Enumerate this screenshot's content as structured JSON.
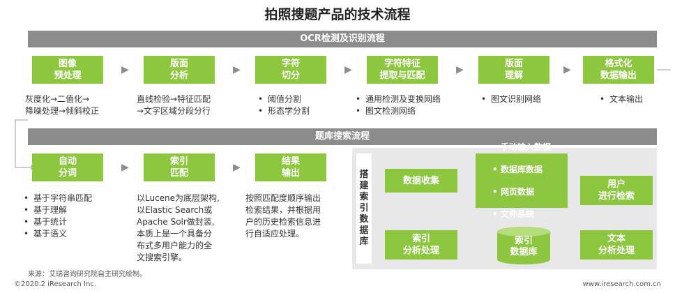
{
  "title": "拍照搜题产品的技术流程",
  "ocr_bar": "OCR检测及识别流程",
  "search_bar": "题库搜索流程",
  "ocr_steps": [
    {
      "label": "图像\n预处理",
      "desc": "灰度化→二值化→\n降噪处理→倾斜校正"
    },
    {
      "label": "版面\n分析",
      "desc": "直线检验→特征匹配\n→文字区域分段分行"
    },
    {
      "label": "字符\n切分",
      "bullets": [
        "阈值分割",
        "形态学分割"
      ]
    },
    {
      "label": "字符特征\n提取与匹配",
      "bullets": [
        "通用检测及变换网络",
        "图文检测网络"
      ]
    },
    {
      "label": "版面\n理解",
      "bullets": [
        "图文识别网络"
      ]
    },
    {
      "label": "格式化\n数据输出",
      "bullets": [
        "文本输出"
      ]
    }
  ],
  "search_steps": [
    {
      "label": "自动\n分词",
      "bullets": [
        "基于字符串匹配",
        "基于理解",
        "基于统计",
        "基于语义"
      ]
    },
    {
      "label": "索引\n匹配",
      "desc": "以Lucene为底层架构,\n以Elastic Search或\nApache Solr做封装,\n本质上是一个具备分\n布式多用户能力的全\n文搜索引擎。"
    },
    {
      "label": "结果\n输出",
      "desc": "按照匹配度顺序输出\n检索结果，并根据用\n户的历史检索信息进\n行自适应处理。"
    }
  ],
  "db_panel": {
    "vertical_label": "搭建索引数据库",
    "data_collect": "数据收集",
    "sources": [
      "手动输入数据",
      "数据库数据",
      "网页数据",
      "文件系统"
    ],
    "index_process": "索引\n分析处理",
    "index_db": "索引\n数据库",
    "text_process": "文本\n分析处理",
    "user_search": "用户\n进行检索"
  },
  "source_note": "来源：艾瑞咨询研究院自主研究绘制。",
  "footer_left": "©2020.2 iResearch Inc.",
  "footer_right": "www.iresearch.com.cn",
  "colors": {
    "green": "#8dc63f",
    "gray": "#8c8c8c",
    "panel": "#e8e8e8"
  }
}
